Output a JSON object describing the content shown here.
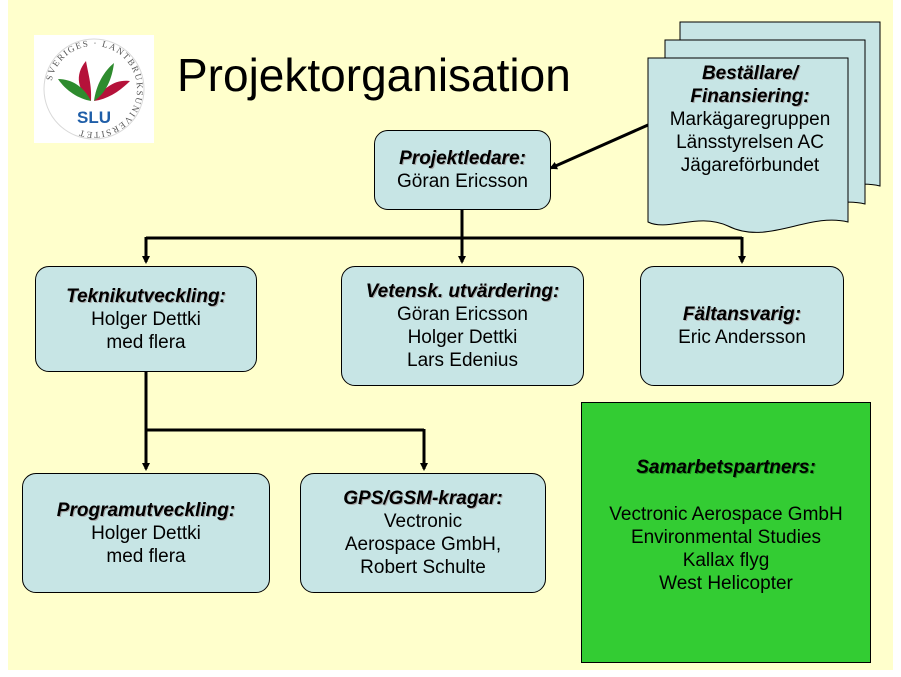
{
  "logo": {
    "ring_text": "SVERIGES LANTBRUKSUNIVERSITET",
    "initials": "SLU",
    "colors": {
      "leaf_red": "#b5123a",
      "leaf_green": "#2e8b2e",
      "text_blue": "#1f5ea8"
    }
  },
  "title": "Projektorganisation",
  "funders": {
    "heading": [
      "Beställare/",
      "Finansiering:"
    ],
    "items": [
      "Markägaregruppen",
      "Länsstyrelsen AC",
      "Jägareförbundet"
    ]
  },
  "project_lead": {
    "heading": "Projektledare:",
    "lines": [
      "Göran Ericsson"
    ]
  },
  "tech_dev": {
    "heading": "Teknikutveckling:",
    "lines": [
      "Holger Dettki",
      "med flera"
    ]
  },
  "sci_eval": {
    "heading": "Vetensk. utvärdering:",
    "lines": [
      "Göran Ericsson",
      "Holger Dettki",
      "Lars Edenius"
    ]
  },
  "field_resp": {
    "heading": "Fältansvarig:",
    "lines": [
      "Eric Andersson"
    ]
  },
  "program_dev": {
    "heading": "Programutveckling:",
    "lines": [
      "Holger Dettki",
      "med flera"
    ]
  },
  "gps_collars": {
    "heading": "GPS/GSM-kragar:",
    "lines": [
      "Vectronic",
      "Aerospace GmbH,",
      "Robert Schulte"
    ]
  },
  "partners": {
    "heading": "Samarbetspartners:",
    "items": [
      "Vectronic Aerospace GmbH",
      "Environmental Studies",
      "Kallax flyg",
      "West Helicopter"
    ]
  },
  "colors": {
    "background": "#ffffcc",
    "box_fill": "#c7e5e5",
    "partners_fill": "#33cc33"
  }
}
